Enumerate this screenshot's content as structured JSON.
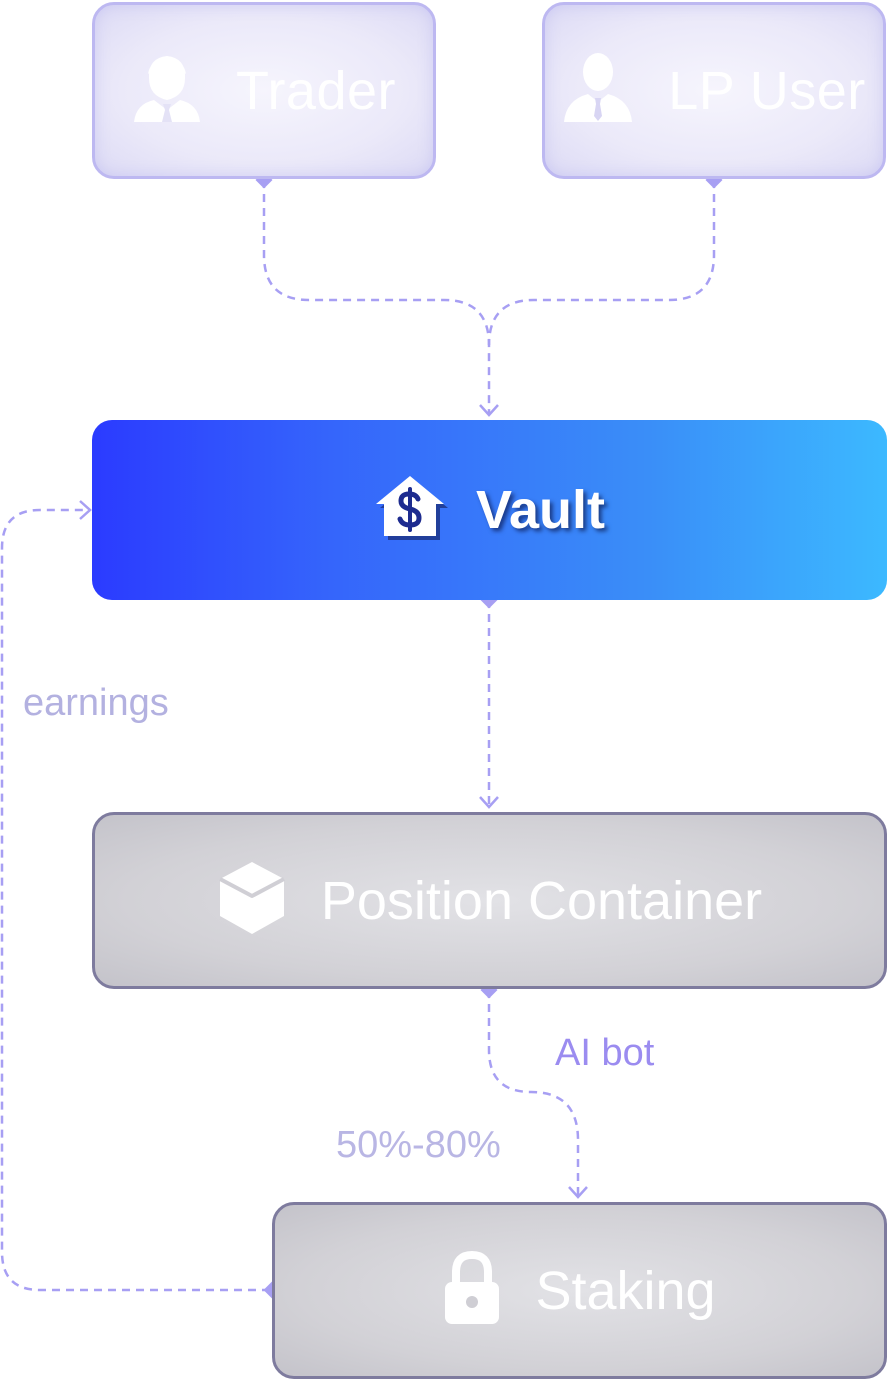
{
  "nodes": {
    "trader": {
      "label": "Trader",
      "icon": "businessman-icon"
    },
    "lp_user": {
      "label": "LP User",
      "icon": "user-tie-icon"
    },
    "vault": {
      "label": "Vault",
      "icon": "house-dollar-icon"
    },
    "position_container": {
      "label": "Position Container",
      "icon": "cube-icon"
    },
    "staking": {
      "label": "Staking",
      "icon": "lock-icon"
    }
  },
  "edge_labels": {
    "earnings": "earnings",
    "ai_bot": "AI bot",
    "percent": "50%-80%"
  },
  "colors": {
    "connector": "#a79ff3",
    "vault_gradient_start": "#2b3bff",
    "vault_gradient_end": "#3cb9ff",
    "user_border": "#bdb8f1",
    "gray_border": "#7e7b9e"
  }
}
